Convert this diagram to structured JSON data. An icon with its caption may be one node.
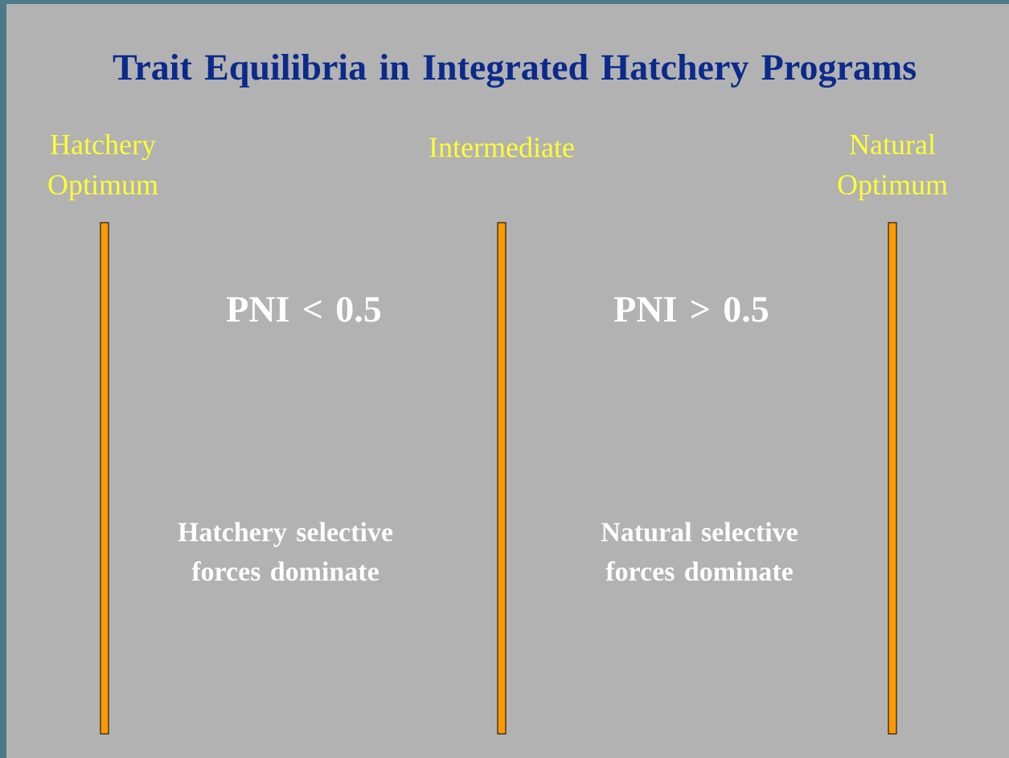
{
  "diagram": {
    "title": "Trait Equilibria in Integrated Hatchery Programs",
    "nodes": [
      {
        "text": [
          "Hatchery Optimum"
        ]
      },
      {
        "text": [
          "Intermediate"
        ]
      },
      {
        "text": [
          "Natural Optimum"
        ]
      }
    ],
    "labels": [
      "PNI < 0.5",
      "PNI > 0.5",
      "Hatchery selective forces dominate",
      "Natural selective forces dominate"
    ]
  }
}
